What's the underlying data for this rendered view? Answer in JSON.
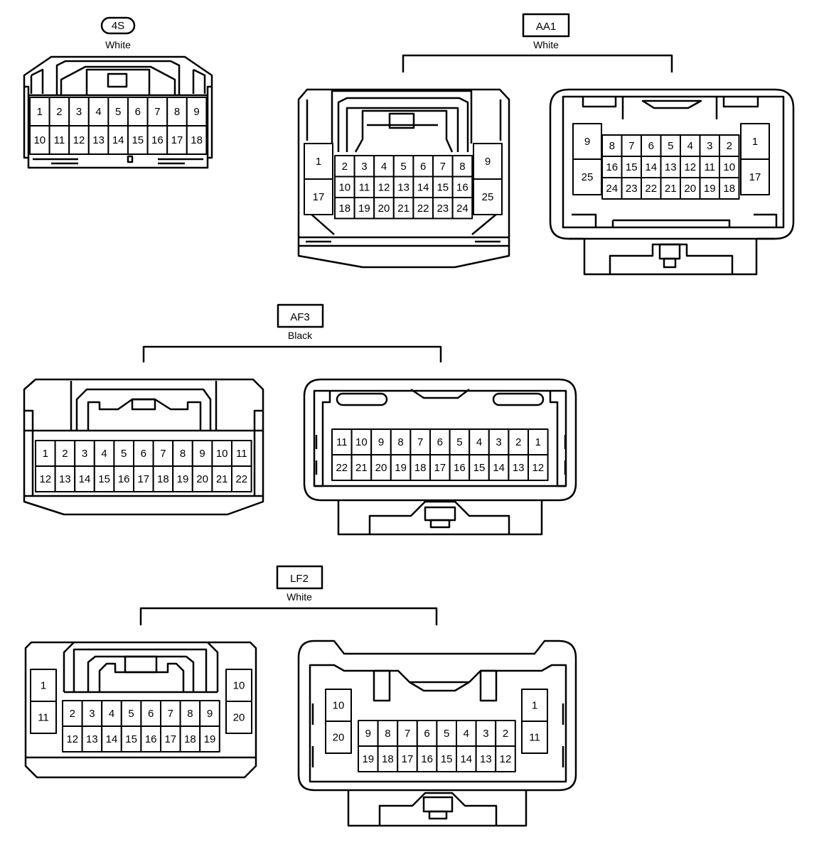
{
  "connectors": {
    "c4s": {
      "code": "4S",
      "color": "White",
      "rows": [
        [
          "1",
          "2",
          "3",
          "4",
          "5",
          "6",
          "7",
          "8",
          "9"
        ],
        [
          "10",
          "11",
          "12",
          "13",
          "14",
          "15",
          "16",
          "17",
          "18"
        ]
      ]
    },
    "aa1": {
      "code": "AA1",
      "color": "White",
      "left": {
        "side_top": "1",
        "side_bottom": "17",
        "right_top": "9",
        "right_bottom": "25",
        "rows": [
          [
            "2",
            "3",
            "4",
            "5",
            "6",
            "7",
            "8"
          ],
          [
            "10",
            "11",
            "12",
            "13",
            "14",
            "15",
            "16"
          ],
          [
            "18",
            "19",
            "20",
            "21",
            "22",
            "23",
            "24"
          ]
        ]
      },
      "right": {
        "side_top": "9",
        "side_bottom": "25",
        "right_top": "1",
        "right_bottom": "17",
        "rows": [
          [
            "8",
            "7",
            "6",
            "5",
            "4",
            "3",
            "2"
          ],
          [
            "16",
            "15",
            "14",
            "13",
            "12",
            "11",
            "10"
          ],
          [
            "24",
            "23",
            "22",
            "21",
            "20",
            "19",
            "18"
          ]
        ]
      }
    },
    "af3": {
      "code": "AF3",
      "color": "Black",
      "left": {
        "rows": [
          [
            "1",
            "2",
            "3",
            "4",
            "5",
            "6",
            "7",
            "8",
            "9",
            "10",
            "11"
          ],
          [
            "12",
            "13",
            "14",
            "15",
            "16",
            "17",
            "18",
            "19",
            "20",
            "21",
            "22"
          ]
        ]
      },
      "right": {
        "rows": [
          [
            "11",
            "10",
            "9",
            "8",
            "7",
            "6",
            "5",
            "4",
            "3",
            "2",
            "1"
          ],
          [
            "22",
            "21",
            "20",
            "19",
            "18",
            "17",
            "16",
            "15",
            "14",
            "13",
            "12"
          ]
        ]
      }
    },
    "lf2": {
      "code": "LF2",
      "color": "White",
      "left": {
        "side_top": "1",
        "side_bottom": "11",
        "right_top": "10",
        "right_bottom": "20",
        "rows": [
          [
            "2",
            "3",
            "4",
            "5",
            "6",
            "7",
            "8",
            "9"
          ],
          [
            "12",
            "13",
            "14",
            "15",
            "16",
            "17",
            "18",
            "19"
          ]
        ]
      },
      "right": {
        "side_top": "10",
        "side_bottom": "20",
        "right_top": "1",
        "right_bottom": "11",
        "rows": [
          [
            "9",
            "8",
            "7",
            "6",
            "5",
            "4",
            "3",
            "2"
          ],
          [
            "19",
            "18",
            "17",
            "16",
            "15",
            "14",
            "13",
            "12"
          ]
        ]
      }
    }
  }
}
